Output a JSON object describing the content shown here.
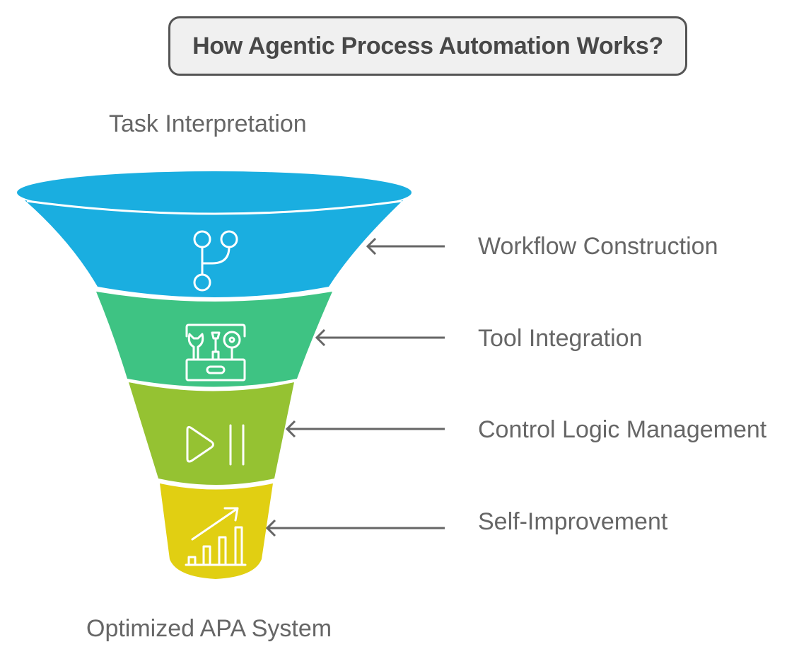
{
  "title": "How Agentic Process Automation Works?",
  "top_label": "Task Interpretation",
  "bottom_label": "Optimized APA System",
  "stages": [
    {
      "label": "Workflow Construction",
      "icon": "git-branch-icon",
      "color": "#1aaee0"
    },
    {
      "label": "Tool Integration",
      "icon": "toolbox-icon",
      "color": "#3ec383"
    },
    {
      "label": "Control Logic Management",
      "icon": "play-pause-icon",
      "color": "#95c232"
    },
    {
      "label": "Self-Improvement",
      "icon": "growth-chart-icon",
      "color": "#e1cf12"
    }
  ],
  "colors": {
    "arrow": "#666666",
    "text": "#666666",
    "title_text": "#484848",
    "title_border": "#555555",
    "title_bg": "#f0f0f0"
  }
}
